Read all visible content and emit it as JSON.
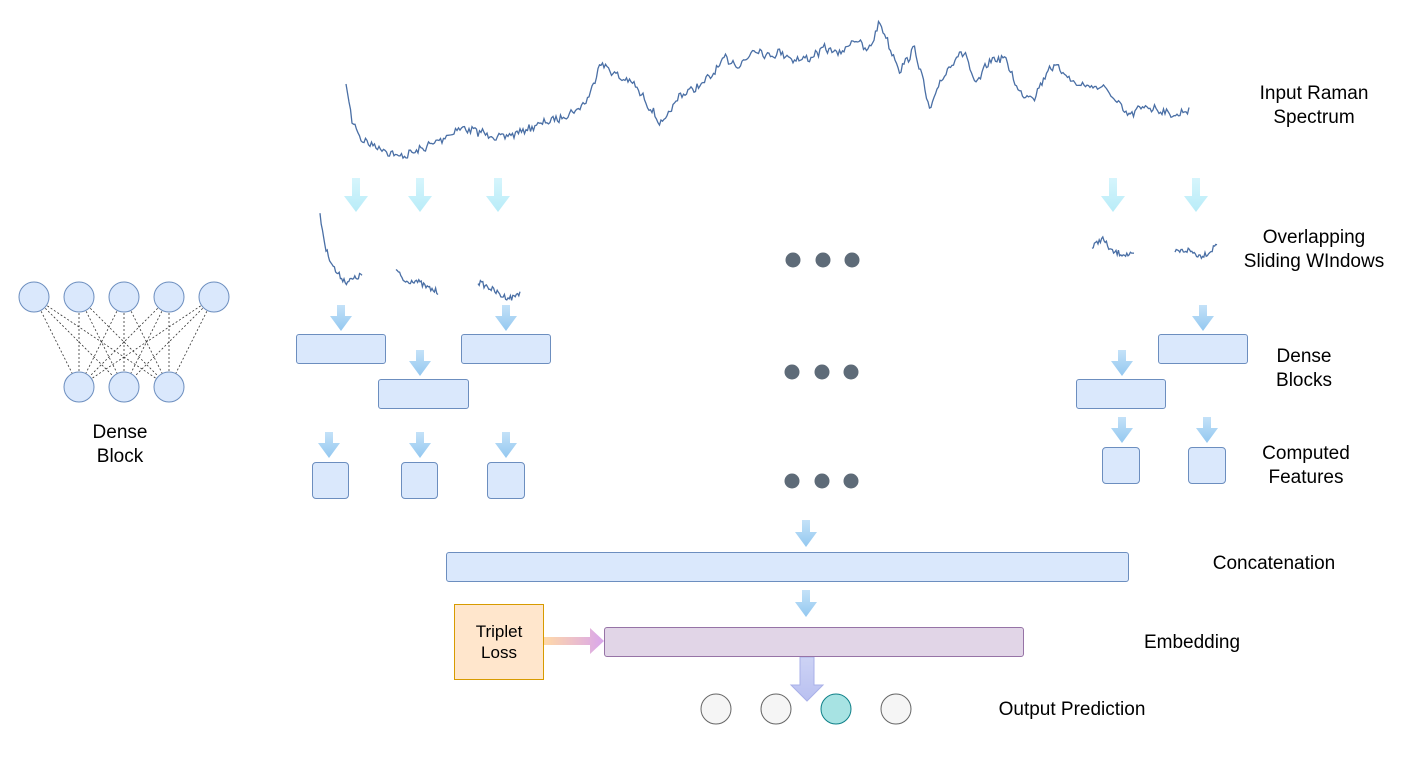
{
  "labels": {
    "input_spectrum": [
      "Input Raman",
      "Spectrum"
    ],
    "sliding_windows": [
      "Overlapping",
      "Sliding WIndows"
    ],
    "dense_blocks": [
      "Dense",
      "Blocks"
    ],
    "computed_features": [
      "Computed",
      "Features"
    ],
    "concatenation": "Concatenation",
    "embedding": "Embedding",
    "output_prediction": "Output Prediction",
    "dense_block_legend": [
      "Dense",
      "Block"
    ],
    "triplet_loss": [
      "Triplet",
      "Loss"
    ]
  },
  "colors": {
    "spectrum_line": "#4a6fa5",
    "window_arrow": "#c9f2fb",
    "block_arrow": "#a9d4f5",
    "box_fill": "#dae8fc",
    "box_stroke": "#6c8ebf",
    "embedding_fill": "#e1d5e7",
    "embedding_stroke": "#9673a6",
    "loss_fill": "#ffe6cc",
    "loss_stroke": "#d79b00",
    "ellipsis_dot": "#5e6b78",
    "output_selected": "#a7e3e3",
    "output_default": "#f5f5f5"
  },
  "output_nodes": [
    {
      "state": "default"
    },
    {
      "state": "default"
    },
    {
      "state": "selected"
    },
    {
      "state": "default"
    }
  ]
}
